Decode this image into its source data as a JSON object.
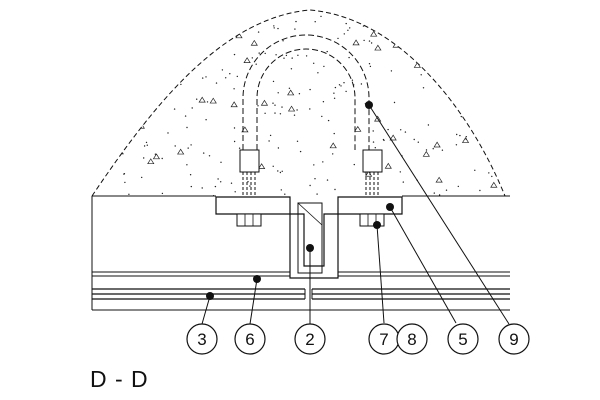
{
  "section_label": "D - D",
  "callouts": [
    {
      "id": "c3",
      "label": "3"
    },
    {
      "id": "c6",
      "label": "6"
    },
    {
      "id": "c2",
      "label": "2"
    },
    {
      "id": "c7",
      "label": "7"
    },
    {
      "id": "c8",
      "label": "8"
    },
    {
      "id": "c5",
      "label": "5"
    },
    {
      "id": "c9",
      "label": "9"
    }
  ],
  "colors": {
    "line": "#111111",
    "background": "#ffffff"
  }
}
